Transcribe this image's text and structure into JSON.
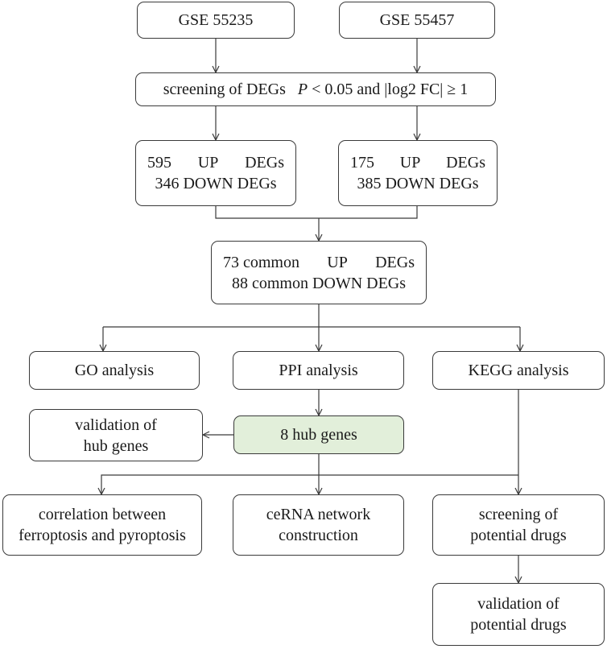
{
  "nodes": {
    "gse1": {
      "text": "GSE 55235"
    },
    "gse2": {
      "text": "GSE 55457"
    },
    "screening": {
      "pre": "screening of DEGs",
      "p": "P",
      "post": "< 0.05 and |log2 FC| ≥ 1"
    },
    "degs1": {
      "line1": [
        "595",
        "UP",
        "DEGs"
      ],
      "line2": "346 DOWN DEGs"
    },
    "degs2": {
      "line1": [
        "175",
        "UP",
        "DEGs"
      ],
      "line2": "385 DOWN DEGs"
    },
    "common": {
      "line1": [
        "73 common",
        "UP",
        "DEGs"
      ],
      "line2": "88 common DOWN DEGs"
    },
    "go": {
      "text": "GO analysis"
    },
    "ppi": {
      "text": "PPI analysis"
    },
    "kegg": {
      "text": "KEGG analysis"
    },
    "validation_hub": {
      "line1": "validation of",
      "line2": "hub genes"
    },
    "hub": {
      "text": "8 hub genes"
    },
    "correlation": {
      "line1": "correlation between",
      "line2": "ferroptosis and pyroptosis"
    },
    "cerna": {
      "line1": "ceRNA network",
      "line2": "construction"
    },
    "screen_drugs": {
      "line1": "screening of",
      "line2": "potential drugs"
    },
    "validate_drugs": {
      "line1": "validation of",
      "line2": "potential drugs"
    }
  },
  "colors": {
    "hub_fill": "#e2efda",
    "stroke": "#3a3a3a"
  }
}
